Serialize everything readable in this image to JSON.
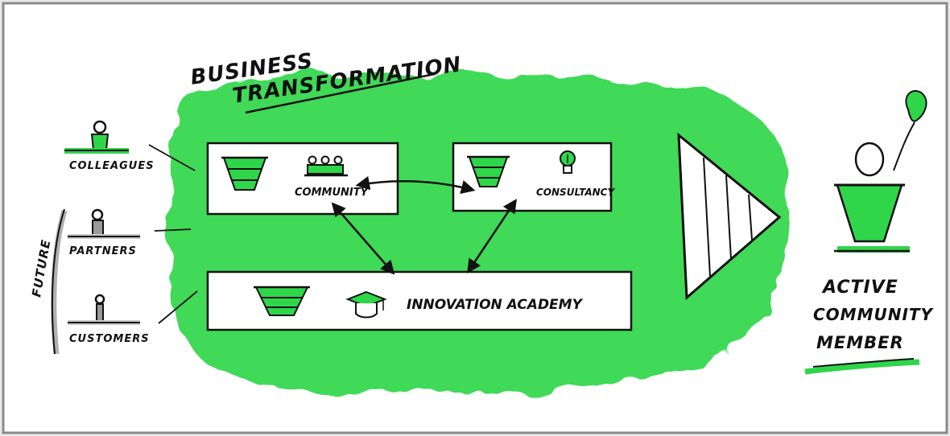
{
  "title": {
    "line1": "BUSINESS",
    "line2": "TRANSFORMATION"
  },
  "stakeholders": {
    "colleagues": "COLLEAGUES",
    "partners": "PARTNERS",
    "customers": "CUSTOMERS",
    "group_label": "FUTURE"
  },
  "boxes": {
    "community": "COMMUNITY",
    "consultancy": "CONSULTANCY",
    "innovation_academy": "INNOVATION ACADEMY"
  },
  "outcome": {
    "line1": "ACTIVE",
    "line2": "COMMUNITY",
    "line3": "MEMBER"
  },
  "colors": {
    "green": "#2fd64a",
    "ink": "#111111",
    "paper": "#ffffff"
  },
  "icons": [
    "funnel-icon",
    "people-icon",
    "lightbulb-icon",
    "graduation-cap-icon",
    "person-icon",
    "balloon-icon"
  ]
}
